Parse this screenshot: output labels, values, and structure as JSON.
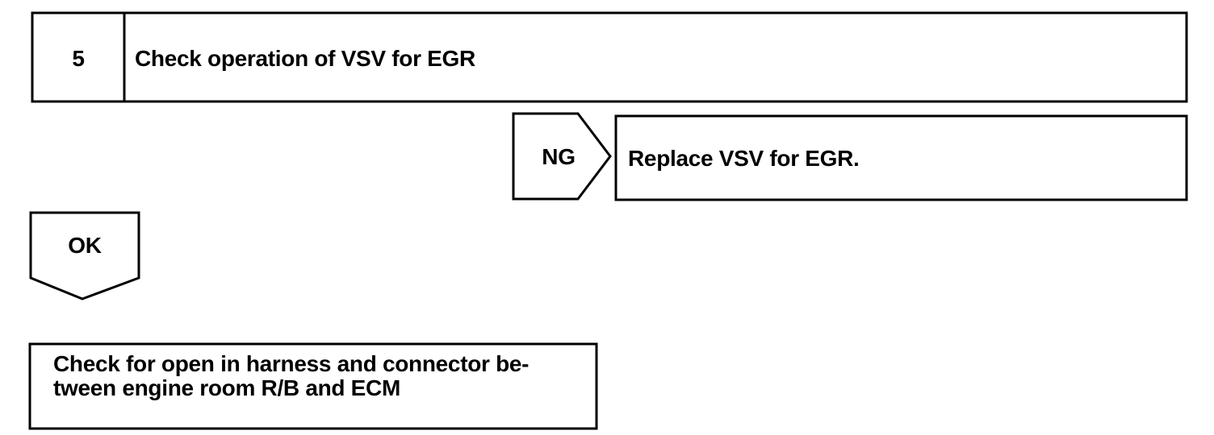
{
  "step": {
    "number": "5",
    "title": "Check operation of VSV for EGR"
  },
  "ng_branch": {
    "label": "NG",
    "action": "Replace VSV for EGR."
  },
  "ok_branch": {
    "label": "OK"
  },
  "next_check": {
    "line1": "Check for open in harness and connector be-",
    "line2": "tween engine room R/B and ECM"
  }
}
